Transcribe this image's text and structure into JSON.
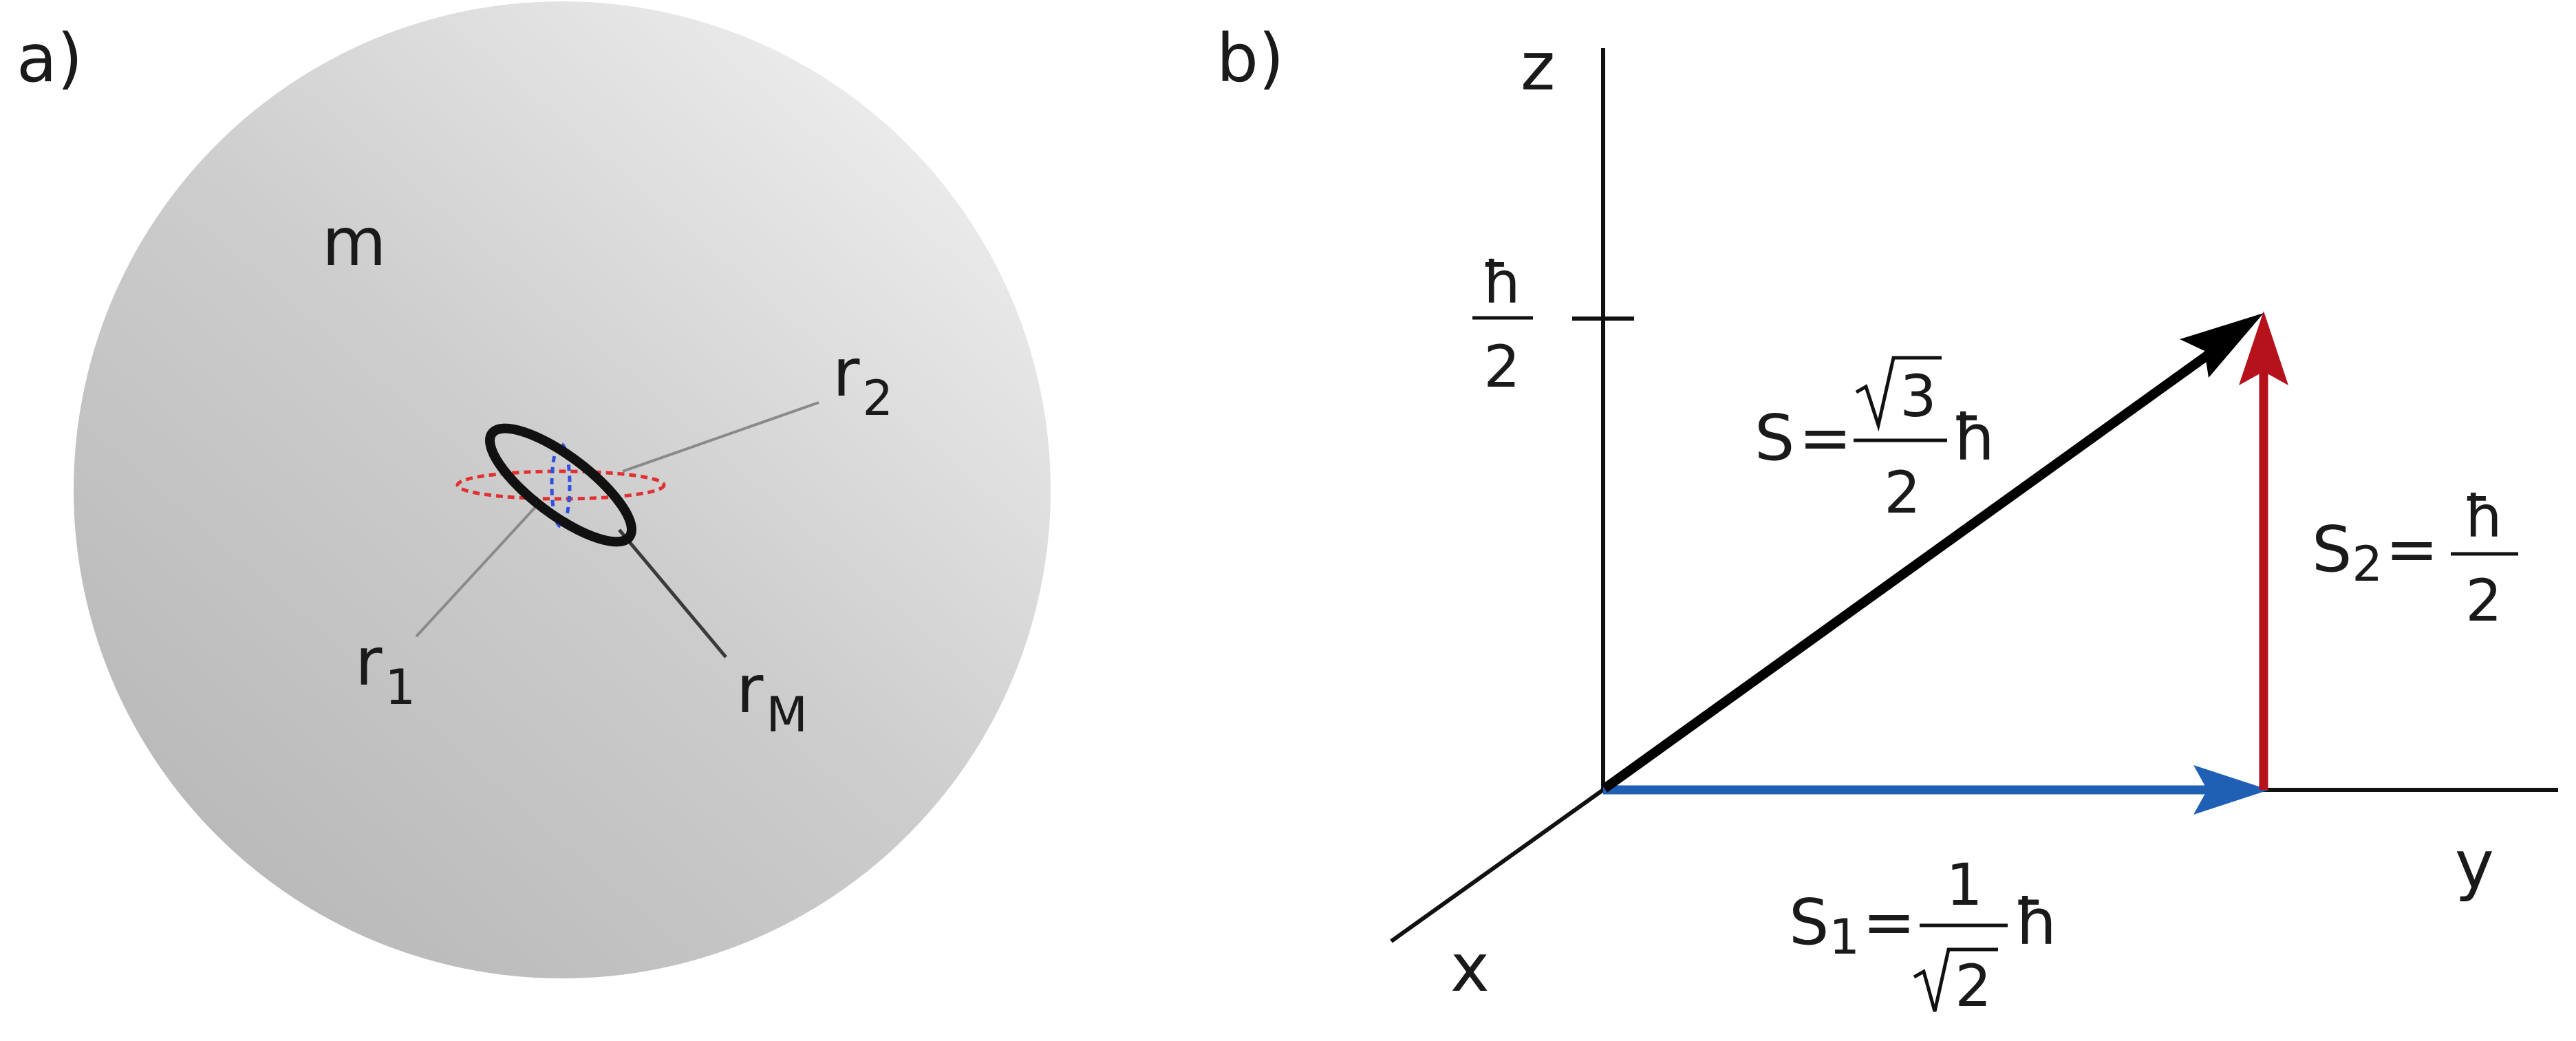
{
  "panel_a": {
    "label": "a)",
    "mass_label": "m",
    "r1": {
      "base": "r",
      "sub": "1"
    },
    "r2": {
      "base": "r",
      "sub": "2"
    },
    "rM": {
      "base": "r",
      "sub": "M"
    }
  },
  "panel_b": {
    "label": "b)",
    "axis_z": "z",
    "axis_y": "y",
    "axis_x": "x",
    "tick_num": "ħ",
    "tick_den": "2",
    "s_total": {
      "lhs": "S",
      "eq": "=",
      "num": "3",
      "den": "2",
      "unit": "ħ"
    },
    "s1": {
      "lhs": "S",
      "sub": "1",
      "eq": "=",
      "num": "1",
      "den": "2",
      "unit": "ħ"
    },
    "s2": {
      "lhs": "S",
      "sub": "2",
      "eq": "=",
      "num": "ħ",
      "den": "2"
    },
    "colors": {
      "s_total": "#000000",
      "s1": "#1f5fb4",
      "s2": "#b5121b",
      "loop_red": "#e03030",
      "loop_blue": "#3050e0"
    }
  }
}
